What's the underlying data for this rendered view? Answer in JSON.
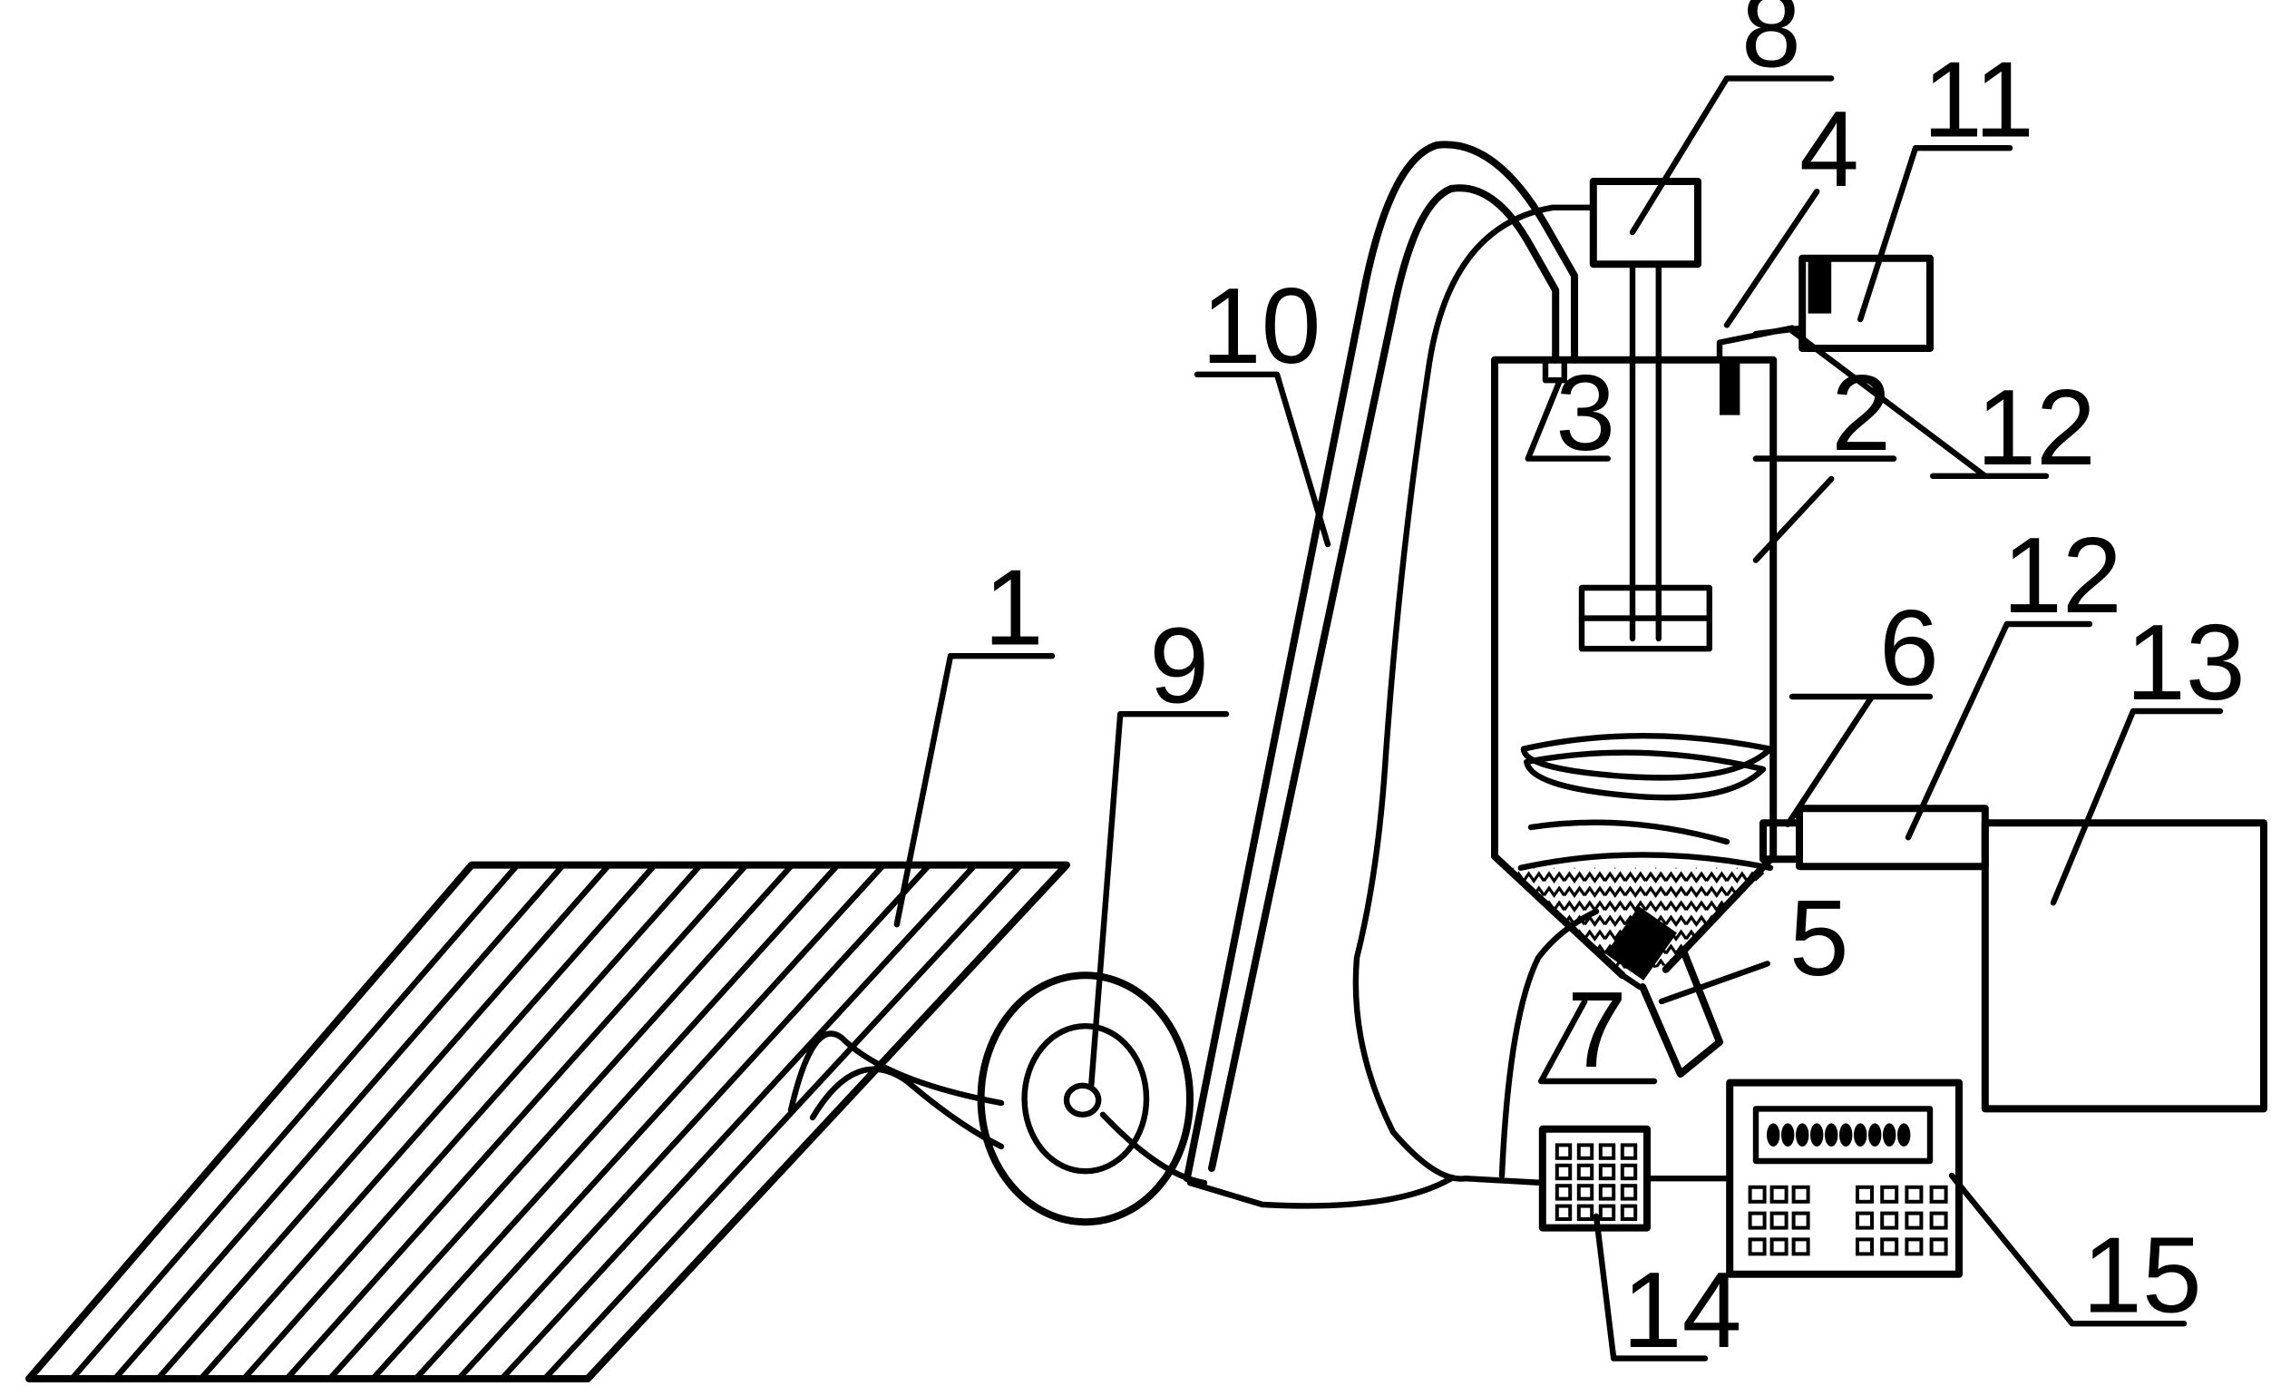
{
  "labels": {
    "l1": "1",
    "l2": "2",
    "l3": "3",
    "l4": "4",
    "l5": "5",
    "l6": "6",
    "l7": "7",
    "l8": "8",
    "l9": "9",
    "l10": "10",
    "l11": "11",
    "l12a": "12",
    "l12b": "12",
    "l13": "13",
    "l14": "14",
    "l15": "15"
  }
}
